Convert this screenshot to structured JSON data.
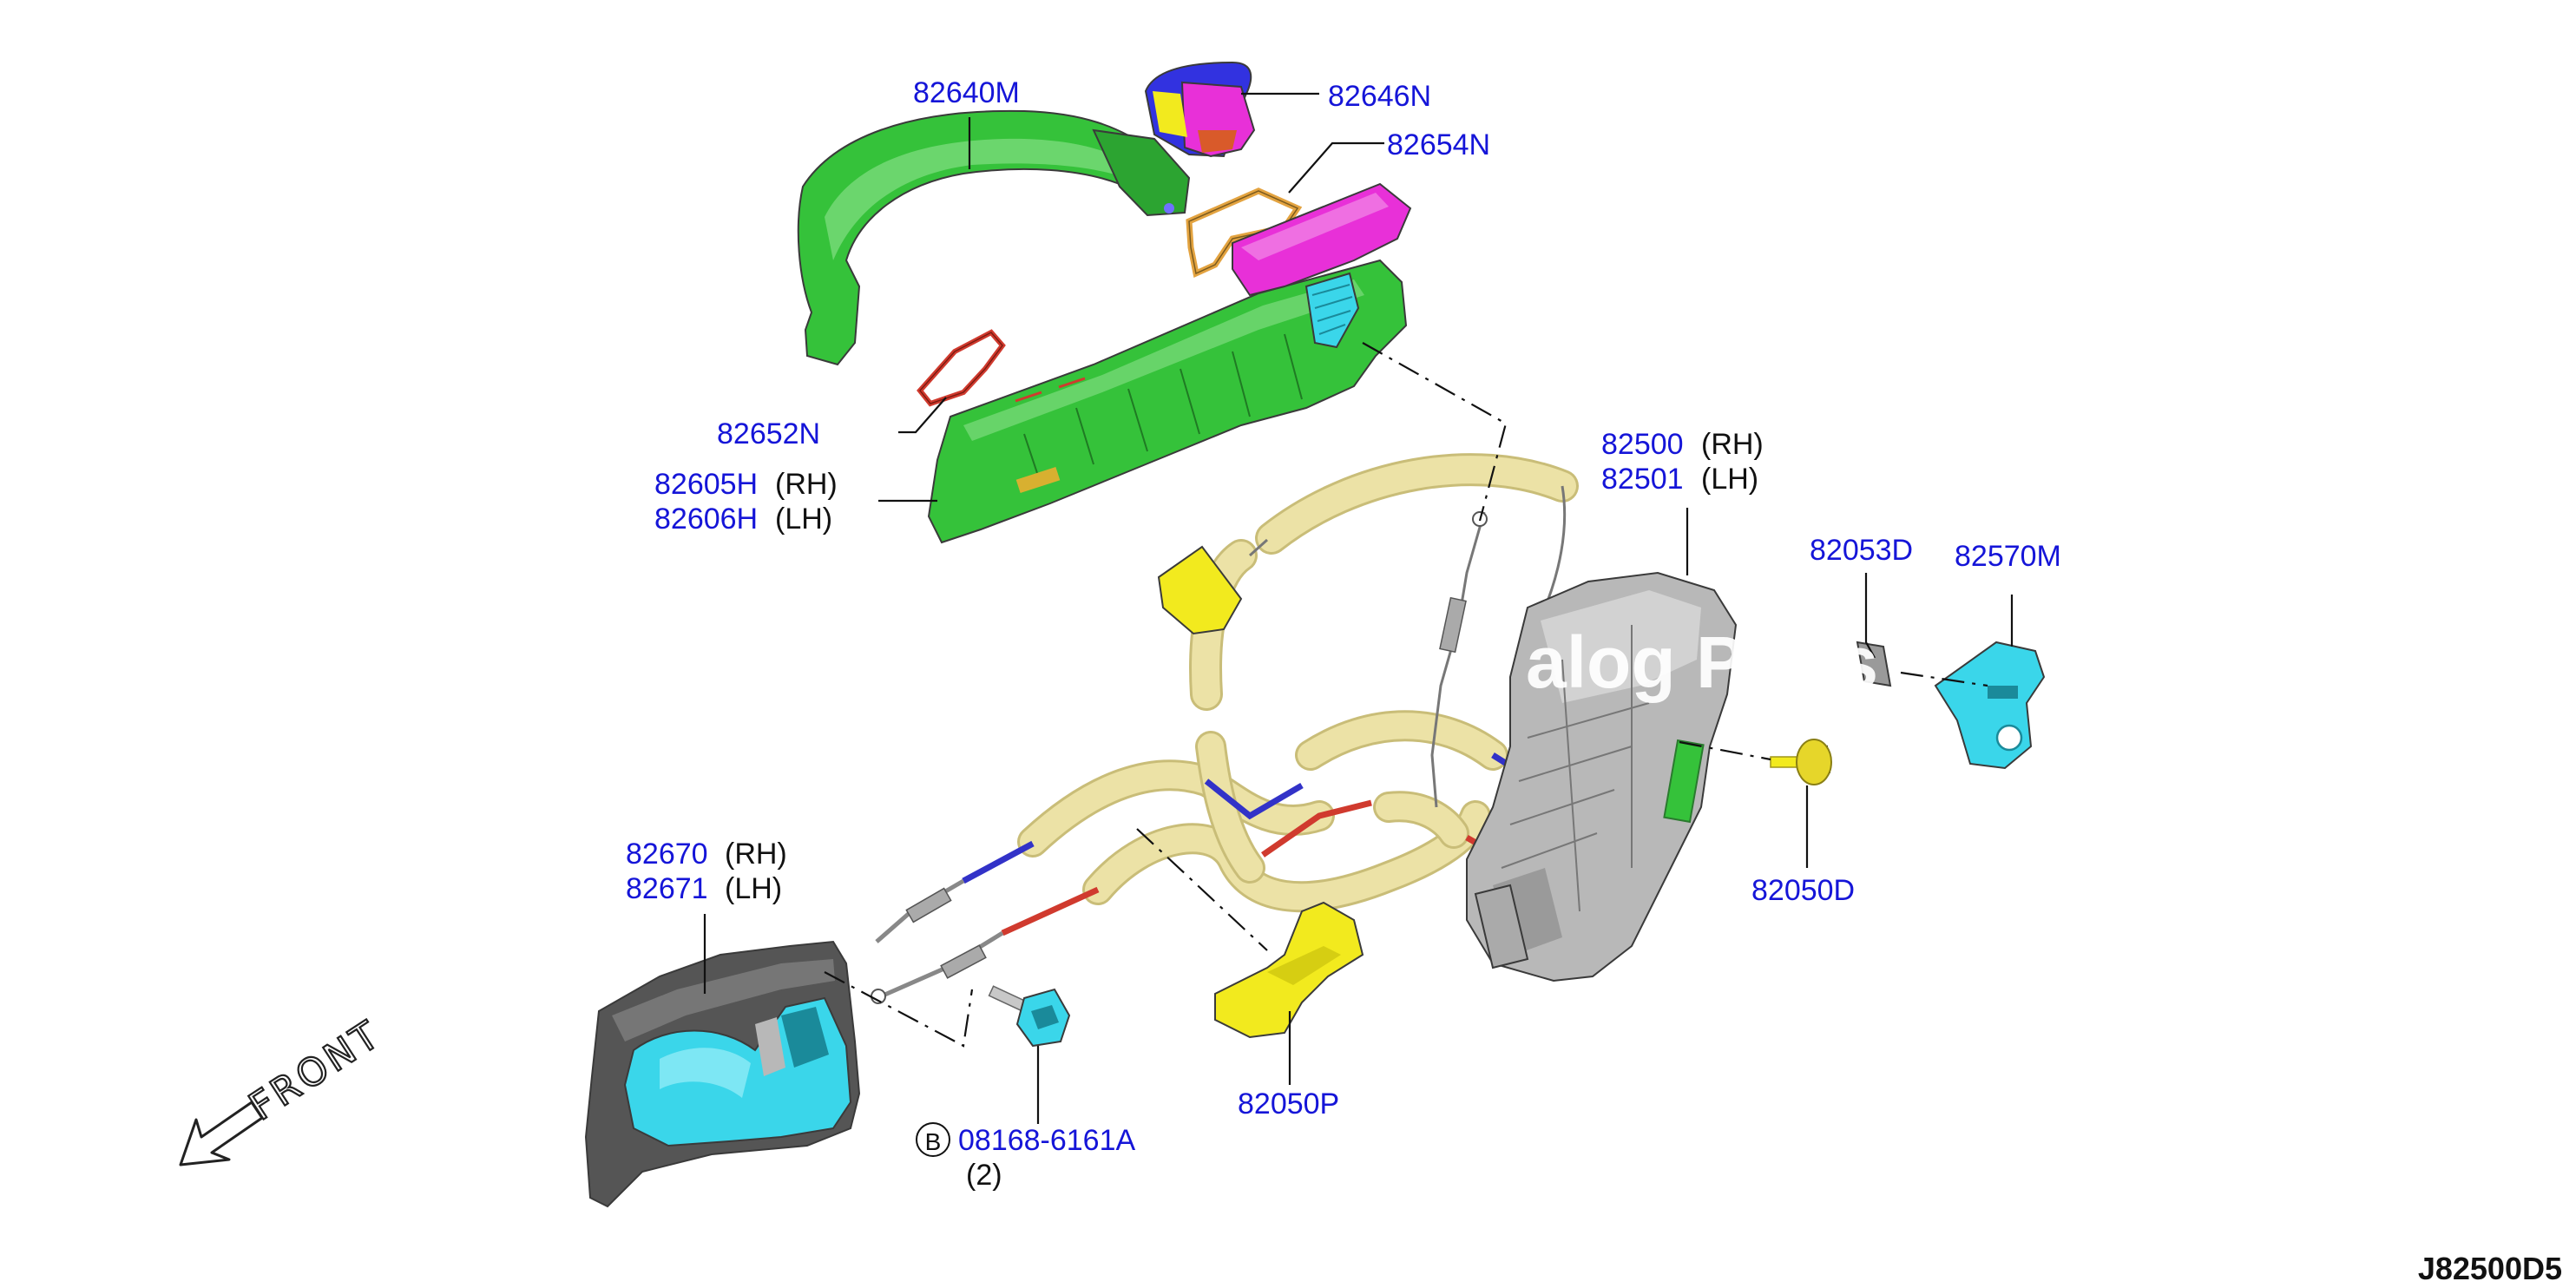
{
  "watermark": "alog Parts",
  "diagram_code": "J82500D5",
  "front_label": "FRONT",
  "ref_circle": "B",
  "labels": {
    "p82640M": "82640M",
    "p82646N": "82646N",
    "p82654N": "82654N",
    "p82652N": "82652N",
    "p82605H": "82605H",
    "p82606H": "82606H",
    "p82500": "82500",
    "p82501": "82501",
    "p82053D": "82053D",
    "p82570M": "82570M",
    "p82050D": "82050D",
    "p82670": "82670",
    "p82671": "82671",
    "p82050P": "82050P",
    "p08168": "08168-6161A",
    "qty2": "(2)",
    "rh": "(RH)",
    "lh": "(LH)"
  },
  "colors": {
    "part_number": "#1515d8",
    "handle_green": "#35c23a",
    "pink": "#e830d8",
    "blue_cap": "#3232e0",
    "cyan": "#3ad6ea",
    "yellow": "#f2ea1e",
    "tube_beige": "#ece2a6",
    "grey_lock": "#b8b8b8",
    "gasket": "#e3a340",
    "red_gasket": "#d03a2e"
  }
}
